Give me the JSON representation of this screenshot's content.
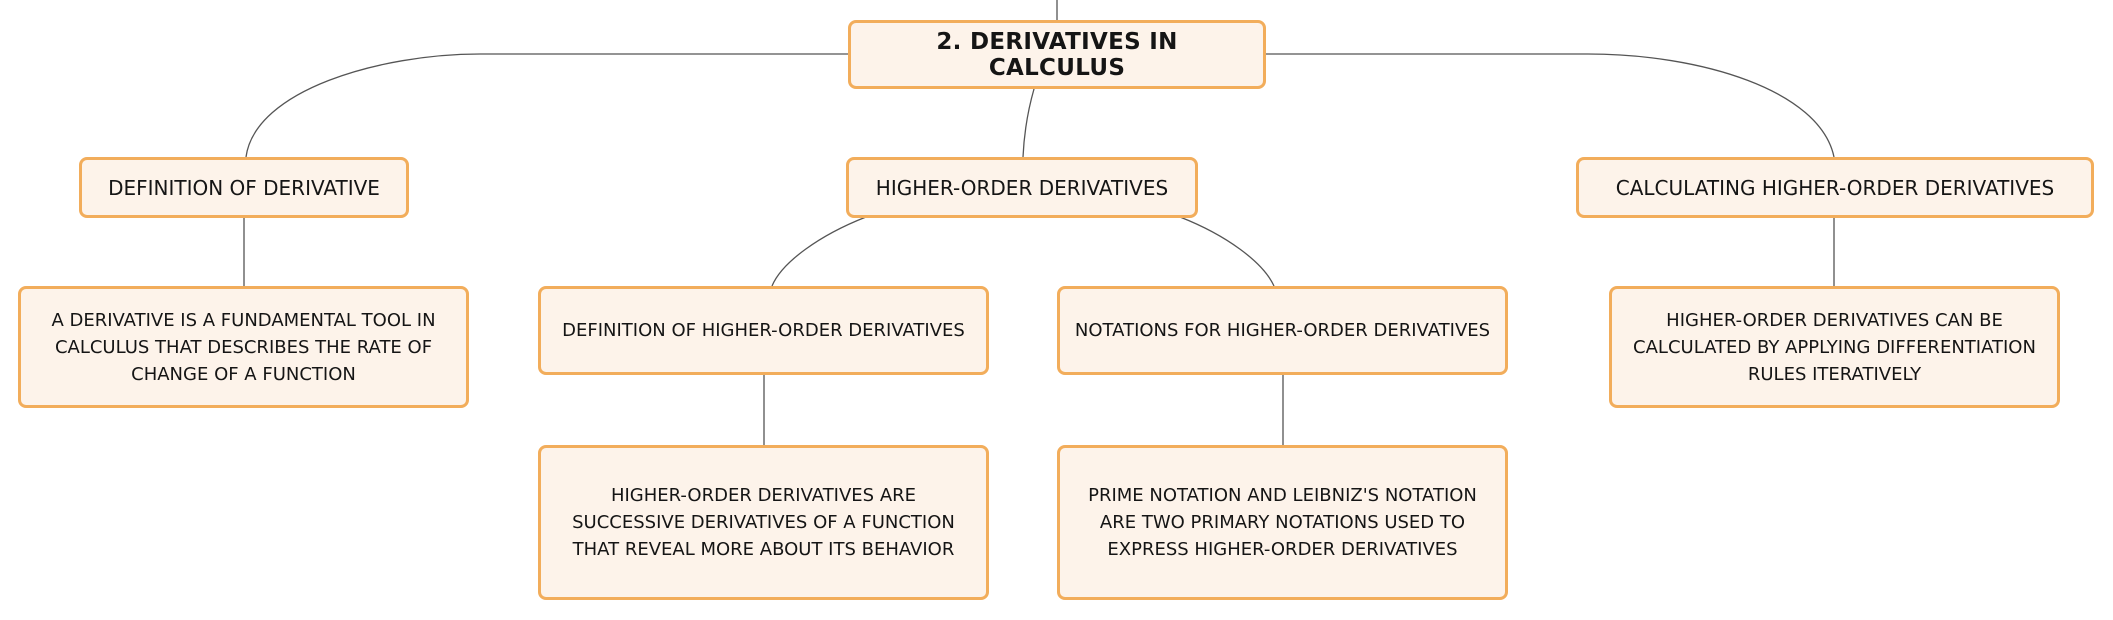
{
  "diagram": {
    "root": {
      "label": "2. DERIVATIVES IN CALCULUS"
    },
    "topics": {
      "definition": {
        "label": "DEFINITION OF DERIVATIVE",
        "detail": "A DERIVATIVE IS A FUNDAMENTAL TOOL IN CALCULUS THAT DESCRIBES THE RATE OF CHANGE OF A FUNCTION"
      },
      "higher_order": {
        "label": "HIGHER-ORDER DERIVATIVES",
        "subtopics": {
          "definition": {
            "label": "DEFINITION OF HIGHER-ORDER DERIVATIVES",
            "detail": "HIGHER-ORDER DERIVATIVES ARE SUCCESSIVE DERIVATIVES OF A FUNCTION THAT REVEAL MORE ABOUT ITS BEHAVIOR"
          },
          "notations": {
            "label": "NOTATIONS FOR HIGHER-ORDER DERIVATIVES",
            "detail": "PRIME NOTATION AND LEIBNIZ'S NOTATION ARE TWO PRIMARY NOTATIONS USED TO EXPRESS HIGHER-ORDER DERIVATIVES"
          }
        }
      },
      "calculating": {
        "label": "CALCULATING HIGHER-ORDER DERIVATIVES",
        "detail": "HIGHER-ORDER DERIVATIVES CAN BE CALCULATED BY APPLYING DIFFERENTIATION RULES ITERATIVELY"
      }
    }
  },
  "colors": {
    "node_border": "#f2ad5b",
    "node_fill": "#fdf3ea",
    "connector": "#555555",
    "text": "#151515"
  }
}
